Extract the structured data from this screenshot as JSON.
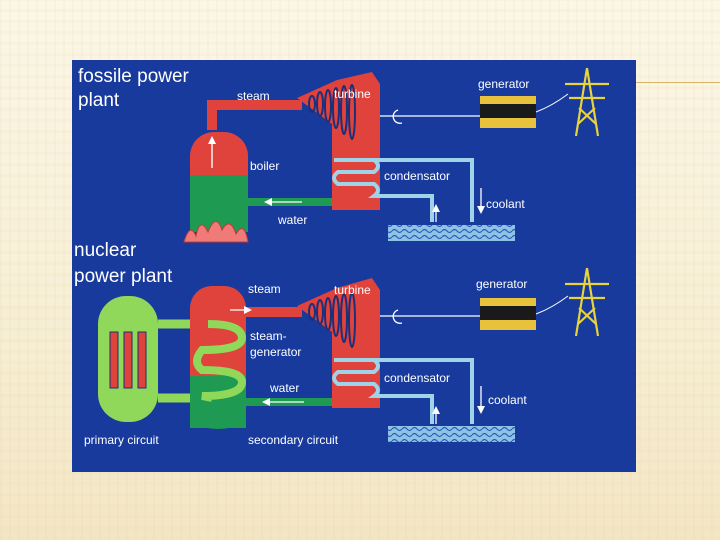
{
  "fossil": {
    "title_line1": "fossile power",
    "title_line2": "plant",
    "steam": "steam",
    "turbine": "turbine",
    "generator": "generator",
    "boiler": "boiler",
    "condensator": "condensator",
    "coolant": "coolant",
    "water": "water"
  },
  "nuclear": {
    "title_line1": "nuclear",
    "title_line2": "power plant",
    "steam": "steam",
    "turbine": "turbine",
    "generator": "generator",
    "steam_generator_line1": "steam-",
    "steam_generator_line2": "generator",
    "condensator": "condensator",
    "water": "water",
    "coolant": "coolant",
    "primary_circuit": "primary circuit",
    "secondary_circuit": "secondary circuit"
  },
  "colors": {
    "background": "#173a9c",
    "steam_red": "#e0423c",
    "water_green": "#1f9a52",
    "coolant_blue": "#9fd3ea",
    "reactor_green": "#8fd85a",
    "tower_yellow": "#e8d33a"
  }
}
